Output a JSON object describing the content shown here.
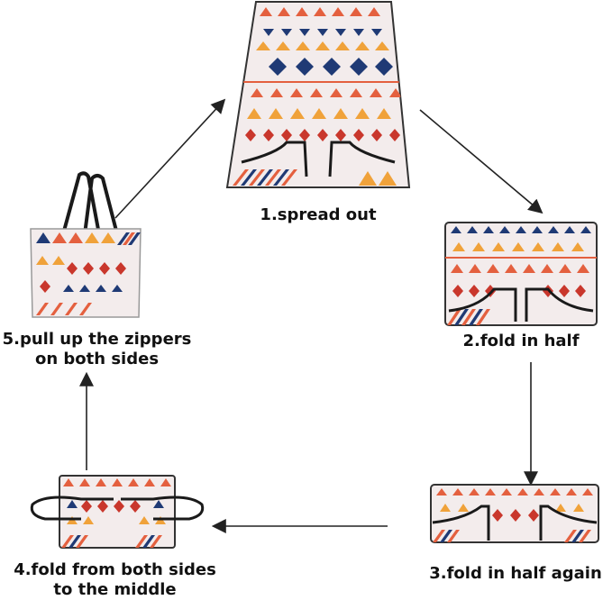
{
  "steps": [
    {
      "label": "1.spread out"
    },
    {
      "label": "2.fold in half"
    },
    {
      "label": "3.fold in half again"
    },
    {
      "label_line1": "4.fold from both sides",
      "label_line2": "to the middle"
    },
    {
      "label_line1": "5.pull up the zippers",
      "label_line2": "on both sides"
    }
  ],
  "colors": {
    "base": "#f3ecec",
    "navy": "#1f3a75",
    "orange": "#f0a23a",
    "coral": "#e4603f",
    "red": "#c9372c",
    "black": "#1a1a1a"
  }
}
